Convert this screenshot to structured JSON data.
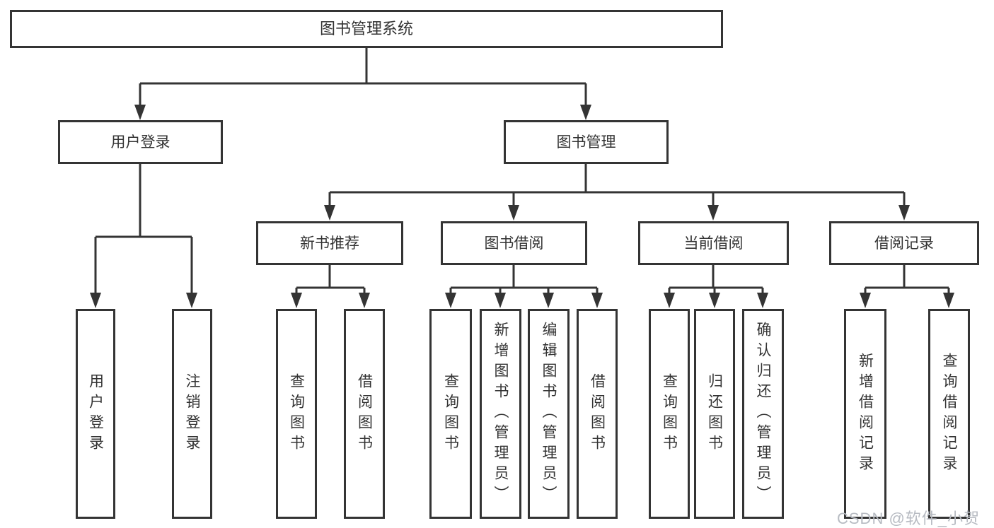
{
  "nodes": {
    "root": "图书管理系统",
    "user_login": "用户登录",
    "book_management": "图书管理",
    "new_book_recommend": "新书推荐",
    "book_borrowing": "图书借阅",
    "current_borrowing": "当前借阅",
    "borrowing_records": "借阅记录",
    "user_login_children": [
      "用户登录",
      "注销登录"
    ],
    "new_book_children": [
      "查询图书",
      "借阅图书"
    ],
    "book_borrowing_children": [
      "查询图书",
      "新增图书（管理员）",
      "编辑图书（管理员）",
      "借阅图书"
    ],
    "current_borrowing_children": [
      "查询图书",
      "归还图书",
      "确认归还（管理员）"
    ],
    "borrowing_records_children": [
      "新增借阅记录",
      "查询借阅记录"
    ]
  },
  "watermark": {
    "text": "CSDN @软件_小贺同学"
  },
  "colors": {
    "line": "#343434",
    "box_border": "#343434",
    "text": "#333333",
    "watermark": "#b7bbc2",
    "background": "#ffffff"
  }
}
